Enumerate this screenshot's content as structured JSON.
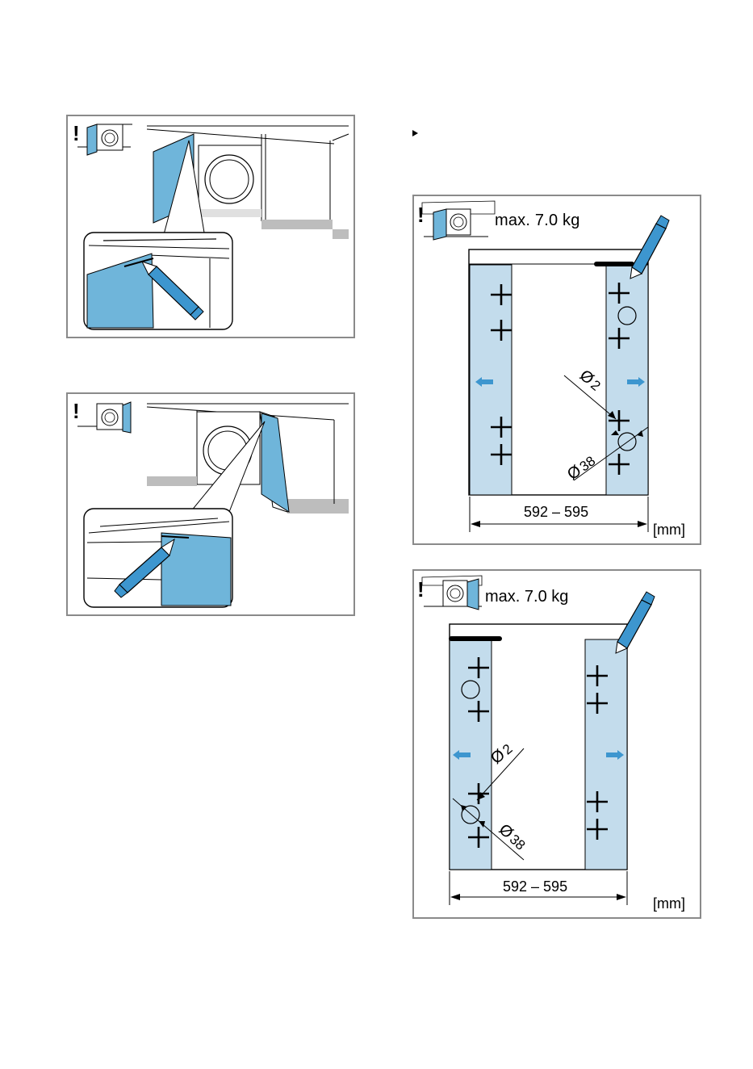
{
  "figure_left_1": {
    "warning_symbol": "!"
  },
  "figure_left_2": {
    "warning_symbol": "!"
  },
  "figure_right_1": {
    "warning_symbol": "!",
    "weight": "max. 7.0 kg",
    "dimension": "592 – 595",
    "unit": "[mm]",
    "diameter_small": "2",
    "diameter_large": "38",
    "diameter_symbol": "Ø"
  },
  "figure_right_2": {
    "warning_symbol": "!",
    "weight": "max. 7.0 kg",
    "dimension": "592 – 595",
    "unit": "[mm]",
    "diameter_small": "2",
    "diameter_large": "38",
    "diameter_symbol": "Ø"
  },
  "colors": {
    "panel_blue": "#6fb5da",
    "strip_blue": "#c3dcec",
    "arrow_blue": "#3d96cf",
    "border_gray": "#8a8a8a",
    "plinth_gray": "#bdbdbd"
  },
  "icons": [
    "warning-icon",
    "mini-washer-icon",
    "pencil-icon",
    "arrow-left-icon",
    "arrow-right-icon",
    "cross-mark-icon",
    "hole-circle-icon"
  ]
}
